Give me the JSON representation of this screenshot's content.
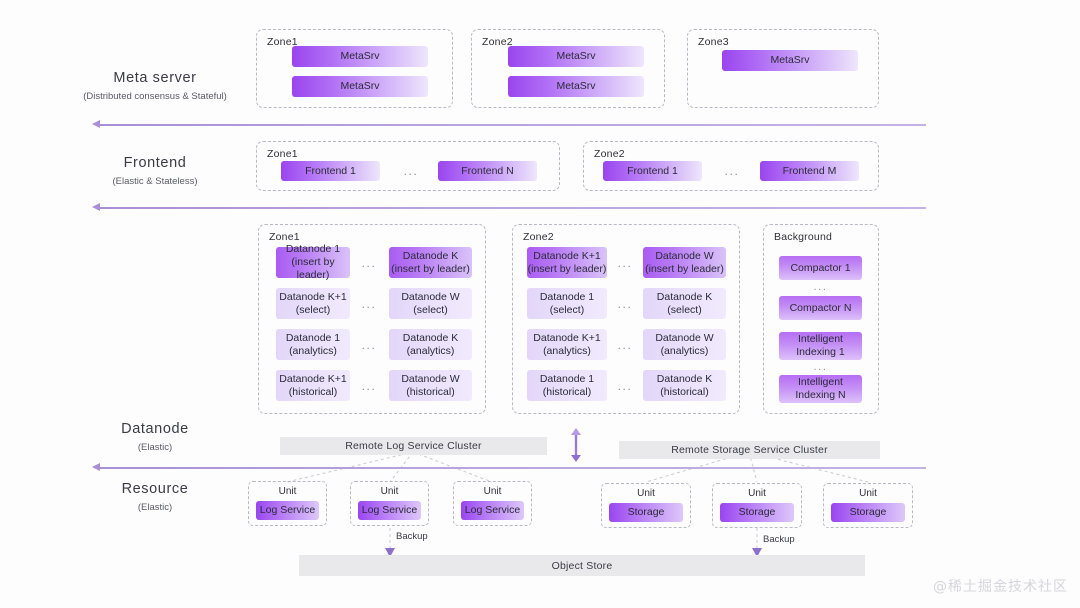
{
  "rails": [
    {
      "title": "Meta server",
      "sub": "(Distributed consensus & Stateful)"
    },
    {
      "title": "Frontend",
      "sub": "(Elastic & Stateless)"
    },
    {
      "title": "Datanode",
      "sub": "(Elastic)"
    },
    {
      "title": "Resource",
      "sub": "(Elastic)"
    }
  ],
  "meta": {
    "zones": [
      {
        "title": "Zone1",
        "nodes": [
          "MetaSrv",
          "MetaSrv"
        ]
      },
      {
        "title": "Zone2",
        "nodes": [
          "MetaSrv",
          "MetaSrv"
        ]
      },
      {
        "title": "Zone3",
        "nodes": [
          "MetaSrv"
        ]
      }
    ]
  },
  "frontend": {
    "zones": [
      {
        "title": "Zone1",
        "first": "Frontend 1",
        "last": "Frontend N",
        "dots": "..."
      },
      {
        "title": "Zone2",
        "first": "Frontend 1",
        "last": "Frontend M",
        "dots": "..."
      }
    ]
  },
  "datanode": {
    "zone1": {
      "title": "Zone1",
      "rows": [
        {
          "left": "Datanode 1\n(insert by leader)",
          "right": "Datanode K\n(insert by leader)",
          "dots": "...",
          "style": "leader"
        },
        {
          "left": "Datanode K+1\n(select)",
          "right": "Datanode W\n(select)",
          "dots": "...",
          "style": "soft"
        },
        {
          "left": "Datanode 1\n(analytics)",
          "right": "Datanode K\n(analytics)",
          "dots": "...",
          "style": "soft"
        },
        {
          "left": "Datanode K+1\n(historical)",
          "right": "Datanode W\n(historical)",
          "dots": "...",
          "style": "soft"
        }
      ]
    },
    "zone2": {
      "title": "Zone2",
      "rows": [
        {
          "left": "Datanode K+1\n(insert by leader)",
          "right": "Datanode W\n(insert by leader)",
          "dots": "...",
          "style": "leader"
        },
        {
          "left": "Datanode 1\n(select)",
          "right": "Datanode K\n(select)",
          "dots": "...",
          "style": "soft"
        },
        {
          "left": "Datanode K+1\n(analytics)",
          "right": "Datanode W\n(analytics)",
          "dots": "...",
          "style": "soft"
        },
        {
          "left": "Datanode 1\n(historical)",
          "right": "Datanode K\n(historical)",
          "dots": "...",
          "style": "soft"
        }
      ]
    },
    "background": {
      "title": "Background",
      "items": [
        "Compactor 1",
        "Compactor N",
        "Intelligent\nIndexing 1",
        "Intelligent\nIndexing N"
      ],
      "dots": "..."
    }
  },
  "clusters": {
    "log": "Remote Log Service Cluster",
    "storage": "Remote Storage Service Cluster"
  },
  "resource": {
    "unit_label": "Unit",
    "log_units": [
      "Log Service",
      "Log Service",
      "Log Service"
    ],
    "storage_units": [
      "Storage",
      "Storage",
      "Storage"
    ],
    "backup_label_left": "Backup",
    "backup_label_right": "Backup"
  },
  "object_store": {
    "label": "Object  Store"
  },
  "watermark": {
    "text": "@稀土掘金技术社区"
  },
  "colors": {
    "accent_purple": "#9a45ef",
    "accent_light": "#e6d8fb",
    "grey_bar": "#e9e9ec",
    "dashed_border": "#b9b9c4",
    "arrow": "#a98fd6",
    "text": "#2f2f3a"
  }
}
